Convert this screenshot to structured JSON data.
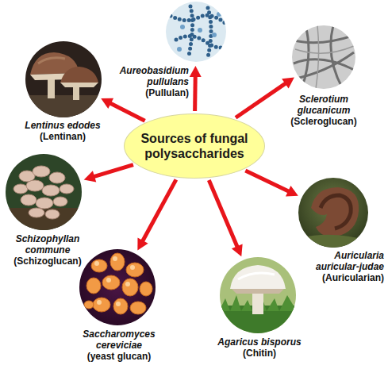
{
  "diagram": {
    "nodes": [
      {
        "text": [
          "Sources of fungal polysaccharides"
        ]
      },
      {
        "text": [
          "Aureobasidium pullulans",
          "(Pullulan)"
        ]
      },
      {
        "text": [
          "Sclerotium glucanicum",
          "(Scleroglucan)"
        ]
      },
      {
        "text": [
          "Auricularia auricular-judae",
          "(Auricularian)"
        ]
      },
      {
        "text": [
          "Agaricus bisporus",
          "(Chitin)"
        ]
      },
      {
        "text": [
          "Saccharomyces cereviciae",
          "(yeast glucan)"
        ]
      },
      {
        "text": [
          "Schizophyllan commune",
          "(Schizoglucan)"
        ]
      },
      {
        "text": [
          "Lentinus edodes",
          "(Lentinan)"
        ]
      }
    ],
    "edges": [
      {
        "from": 0,
        "to": 1,
        "arrow": "to"
      },
      {
        "from": 0,
        "to": 2,
        "arrow": "to"
      },
      {
        "from": 0,
        "to": 3,
        "arrow": "to"
      },
      {
        "from": 0,
        "to": 4,
        "arrow": "to"
      },
      {
        "from": 0,
        "to": 5,
        "arrow": "to"
      },
      {
        "from": 0,
        "to": 6,
        "arrow": "to"
      },
      {
        "from": 0,
        "to": 7,
        "arrow": "to"
      }
    ]
  }
}
